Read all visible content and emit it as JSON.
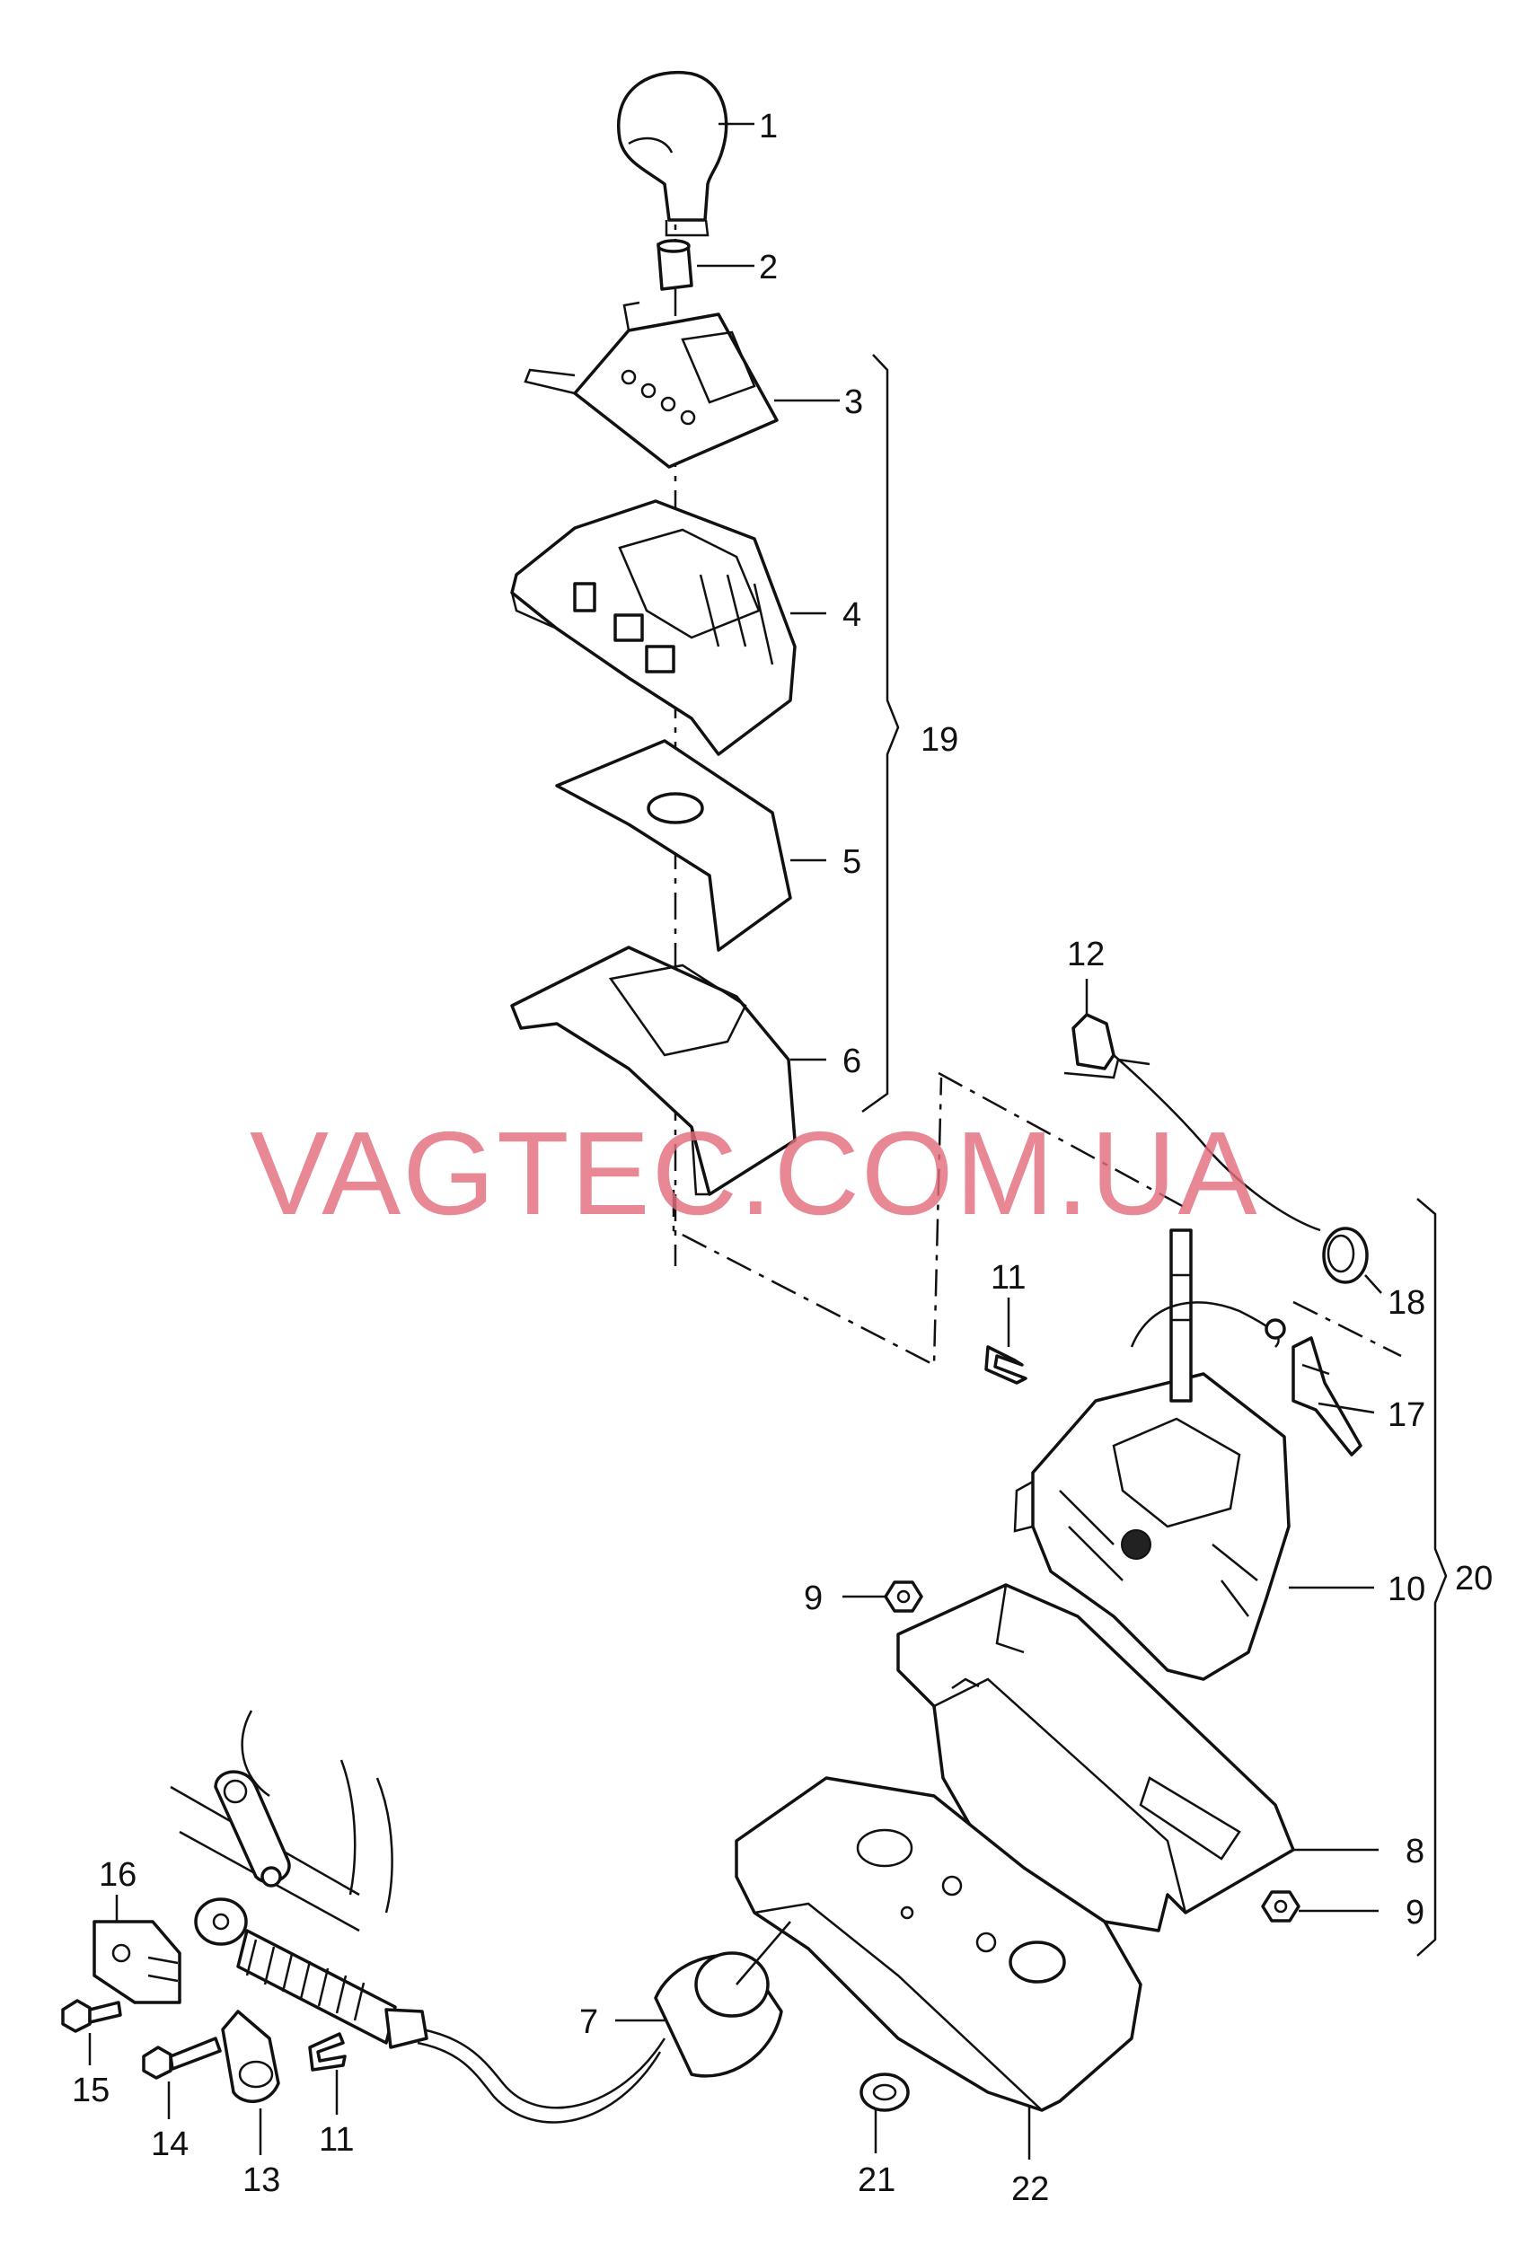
{
  "watermark": "VAGTEC.COM.UA",
  "callouts": [
    {
      "id": "c1",
      "text": "1"
    },
    {
      "id": "c2",
      "text": "2"
    },
    {
      "id": "c3",
      "text": "3"
    },
    {
      "id": "c4",
      "text": "4"
    },
    {
      "id": "c5",
      "text": "5"
    },
    {
      "id": "c6",
      "text": "6"
    },
    {
      "id": "c7",
      "text": "7"
    },
    {
      "id": "c8",
      "text": "8"
    },
    {
      "id": "c9a",
      "text": "9"
    },
    {
      "id": "c9b",
      "text": "9"
    },
    {
      "id": "c10",
      "text": "10"
    },
    {
      "id": "c11a",
      "text": "11"
    },
    {
      "id": "c11b",
      "text": "11"
    },
    {
      "id": "c12",
      "text": "12"
    },
    {
      "id": "c13",
      "text": "13"
    },
    {
      "id": "c14",
      "text": "14"
    },
    {
      "id": "c15",
      "text": "15"
    },
    {
      "id": "c16",
      "text": "16"
    },
    {
      "id": "c17",
      "text": "17"
    },
    {
      "id": "c18",
      "text": "18"
    },
    {
      "id": "c19",
      "text": "19"
    },
    {
      "id": "c20",
      "text": "20"
    },
    {
      "id": "c21",
      "text": "21"
    },
    {
      "id": "c22",
      "text": "22"
    }
  ]
}
